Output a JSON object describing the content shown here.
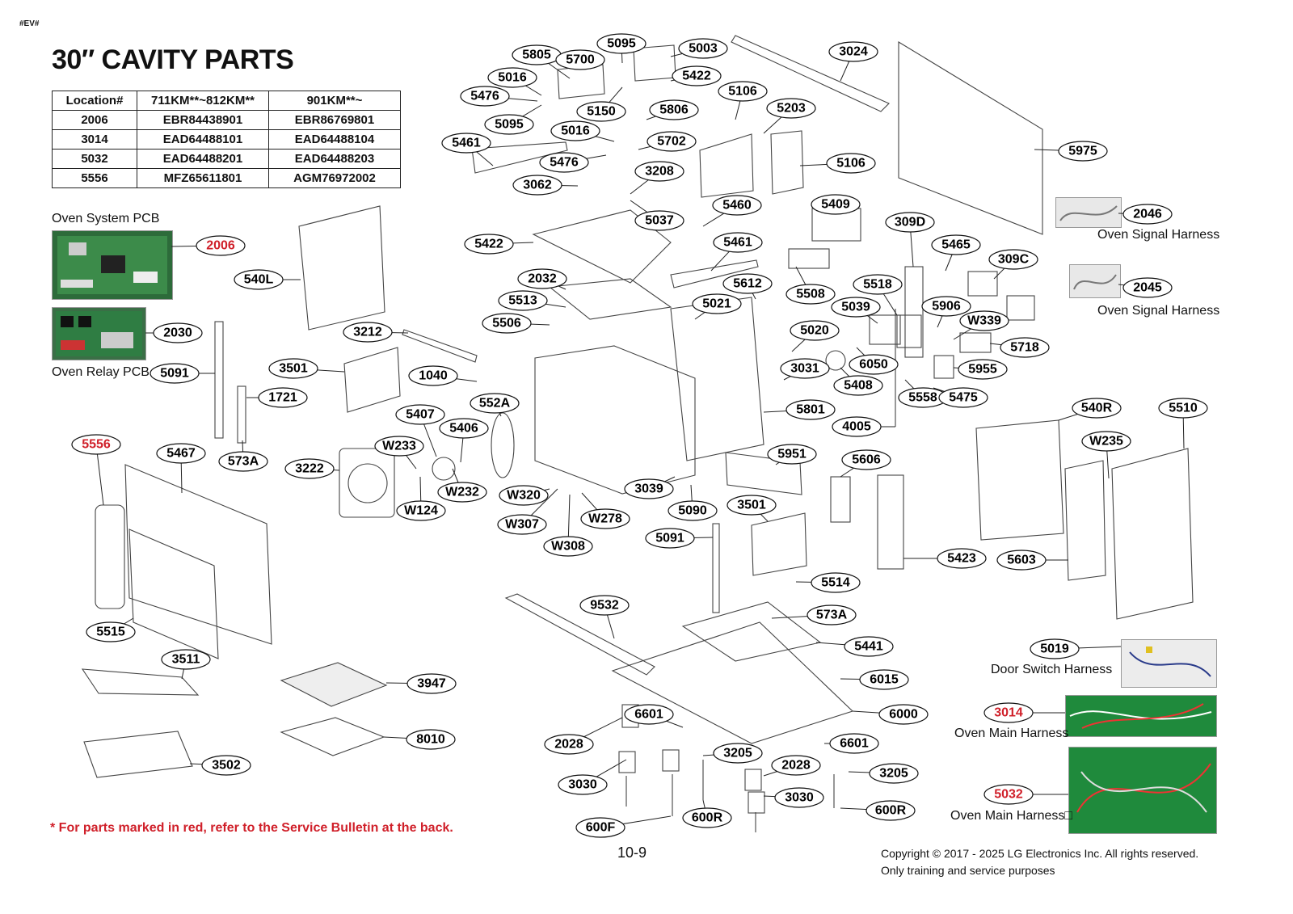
{
  "header_tag": "#EV#",
  "title": "30″ CAVITY PARTS",
  "table": {
    "headers": [
      "Location#",
      "711KM**~812KM**",
      "901KM**~"
    ],
    "rows": [
      [
        "2006",
        "EBR84438901",
        "EBR86769801"
      ],
      [
        "3014",
        "EAD64488101",
        "EAD64488104"
      ],
      [
        "5032",
        "EAD64488201",
        "EAD64488203"
      ],
      [
        "5556",
        "MFZ65611801",
        "AGM76972002"
      ]
    ]
  },
  "photo_labels": {
    "oven_system_pcb": "Oven System PCB",
    "oven_relay_pcb": "Oven Relay PCB",
    "oven_signal_harness_1": "Oven Signal Harness",
    "oven_signal_harness_2": "Oven Signal Harness",
    "door_switch_harness": "Door Switch Harness",
    "oven_main_harness_1": "Oven Main Harness",
    "oven_main_harness_2": "Oven Main Harness□"
  },
  "footnote": "* For parts marked in red, refer to the Service Bulletin at the back.",
  "page_number": "10-9",
  "copyright": "Copyright © 2017 - 2025 LG Electronics Inc. All rights reserved.",
  "usage_note": "Only training and service purposes",
  "colors": {
    "callout_red": "#d0202a"
  },
  "callouts": [
    {
      "id": "5805",
      "red": false
    },
    {
      "id": "5095",
      "red": false
    },
    {
      "id": "5003",
      "red": false
    },
    {
      "id": "5016",
      "red": false
    },
    {
      "id": "5700",
      "red": false
    },
    {
      "id": "5422",
      "red": false
    },
    {
      "id": "3024",
      "red": false
    },
    {
      "id": "5476",
      "red": false
    },
    {
      "id": "5150",
      "red": false
    },
    {
      "id": "5806",
      "red": false
    },
    {
      "id": "5106",
      "red": false
    },
    {
      "id": "5203",
      "red": false
    },
    {
      "id": "5095",
      "red": false
    },
    {
      "id": "5016",
      "red": false
    },
    {
      "id": "5975",
      "red": false
    },
    {
      "id": "5461",
      "red": false
    },
    {
      "id": "5702",
      "red": false
    },
    {
      "id": "5476",
      "red": false
    },
    {
      "id": "5106",
      "red": false
    },
    {
      "id": "3208",
      "red": false
    },
    {
      "id": "3062",
      "red": false
    },
    {
      "id": "5460",
      "red": false
    },
    {
      "id": "5409",
      "red": false
    },
    {
      "id": "2046",
      "red": false
    },
    {
      "id": "5037",
      "red": false
    },
    {
      "id": "309D",
      "red": false
    },
    {
      "id": "2006",
      "red": true
    },
    {
      "id": "5422",
      "red": false
    },
    {
      "id": "5461",
      "red": false
    },
    {
      "id": "5465",
      "red": false
    },
    {
      "id": "309C",
      "red": false
    },
    {
      "id": "540L",
      "red": false
    },
    {
      "id": "2032",
      "red": false
    },
    {
      "id": "5612",
      "red": false
    },
    {
      "id": "5518",
      "red": false
    },
    {
      "id": "5508",
      "red": false
    },
    {
      "id": "2045",
      "red": false
    },
    {
      "id": "5513",
      "red": false
    },
    {
      "id": "5021",
      "red": false
    },
    {
      "id": "5039",
      "red": false
    },
    {
      "id": "5906",
      "red": false
    },
    {
      "id": "5506",
      "red": false
    },
    {
      "id": "W339",
      "red": false
    },
    {
      "id": "2030",
      "red": false
    },
    {
      "id": "3212",
      "red": false
    },
    {
      "id": "5020",
      "red": false
    },
    {
      "id": "5718",
      "red": false
    },
    {
      "id": "6050",
      "red": false
    },
    {
      "id": "3501",
      "red": false
    },
    {
      "id": "5091",
      "red": false
    },
    {
      "id": "3031",
      "red": false
    },
    {
      "id": "5955",
      "red": false
    },
    {
      "id": "1040",
      "red": false
    },
    {
      "id": "5408",
      "red": false
    },
    {
      "id": "1721",
      "red": false
    },
    {
      "id": "5558",
      "red": false
    },
    {
      "id": "5475",
      "red": false
    },
    {
      "id": "552A",
      "red": false
    },
    {
      "id": "5801",
      "red": false
    },
    {
      "id": "5407",
      "red": false
    },
    {
      "id": "540R",
      "red": false
    },
    {
      "id": "5510",
      "red": false
    },
    {
      "id": "5406",
      "red": false
    },
    {
      "id": "4005",
      "red": false
    },
    {
      "id": "W233",
      "red": false
    },
    {
      "id": "5556",
      "red": true
    },
    {
      "id": "W235",
      "red": false
    },
    {
      "id": "5467",
      "red": false
    },
    {
      "id": "573A",
      "red": false
    },
    {
      "id": "5951",
      "red": false
    },
    {
      "id": "5606",
      "red": false
    },
    {
      "id": "3222",
      "red": false
    },
    {
      "id": "W232",
      "red": false
    },
    {
      "id": "W320",
      "red": false
    },
    {
      "id": "3039",
      "red": false
    },
    {
      "id": "W124",
      "red": false
    },
    {
      "id": "5090",
      "red": false
    },
    {
      "id": "3501",
      "red": false
    },
    {
      "id": "W278",
      "red": false
    },
    {
      "id": "W307",
      "red": false
    },
    {
      "id": "W308",
      "red": false
    },
    {
      "id": "5091",
      "red": false
    },
    {
      "id": "5423",
      "red": false
    },
    {
      "id": "5603",
      "red": false
    },
    {
      "id": "5514",
      "red": false
    },
    {
      "id": "9532",
      "red": false
    },
    {
      "id": "573A",
      "red": false
    },
    {
      "id": "5515",
      "red": false
    },
    {
      "id": "5441",
      "red": false
    },
    {
      "id": "5019",
      "red": false
    },
    {
      "id": "3511",
      "red": false
    },
    {
      "id": "6015",
      "red": false
    },
    {
      "id": "3947",
      "red": false
    },
    {
      "id": "3014",
      "red": true
    },
    {
      "id": "6000",
      "red": false
    },
    {
      "id": "6601",
      "red": false
    },
    {
      "id": "8010",
      "red": false
    },
    {
      "id": "2028",
      "red": false
    },
    {
      "id": "6601",
      "red": false
    },
    {
      "id": "3205",
      "red": false
    },
    {
      "id": "2028",
      "red": false
    },
    {
      "id": "3502",
      "red": false
    },
    {
      "id": "3205",
      "red": false
    },
    {
      "id": "3030",
      "red": false
    },
    {
      "id": "5032",
      "red": true
    },
    {
      "id": "3030",
      "red": false
    },
    {
      "id": "600R",
      "red": false
    },
    {
      "id": "600R",
      "red": false
    },
    {
      "id": "600F",
      "red": false
    }
  ]
}
